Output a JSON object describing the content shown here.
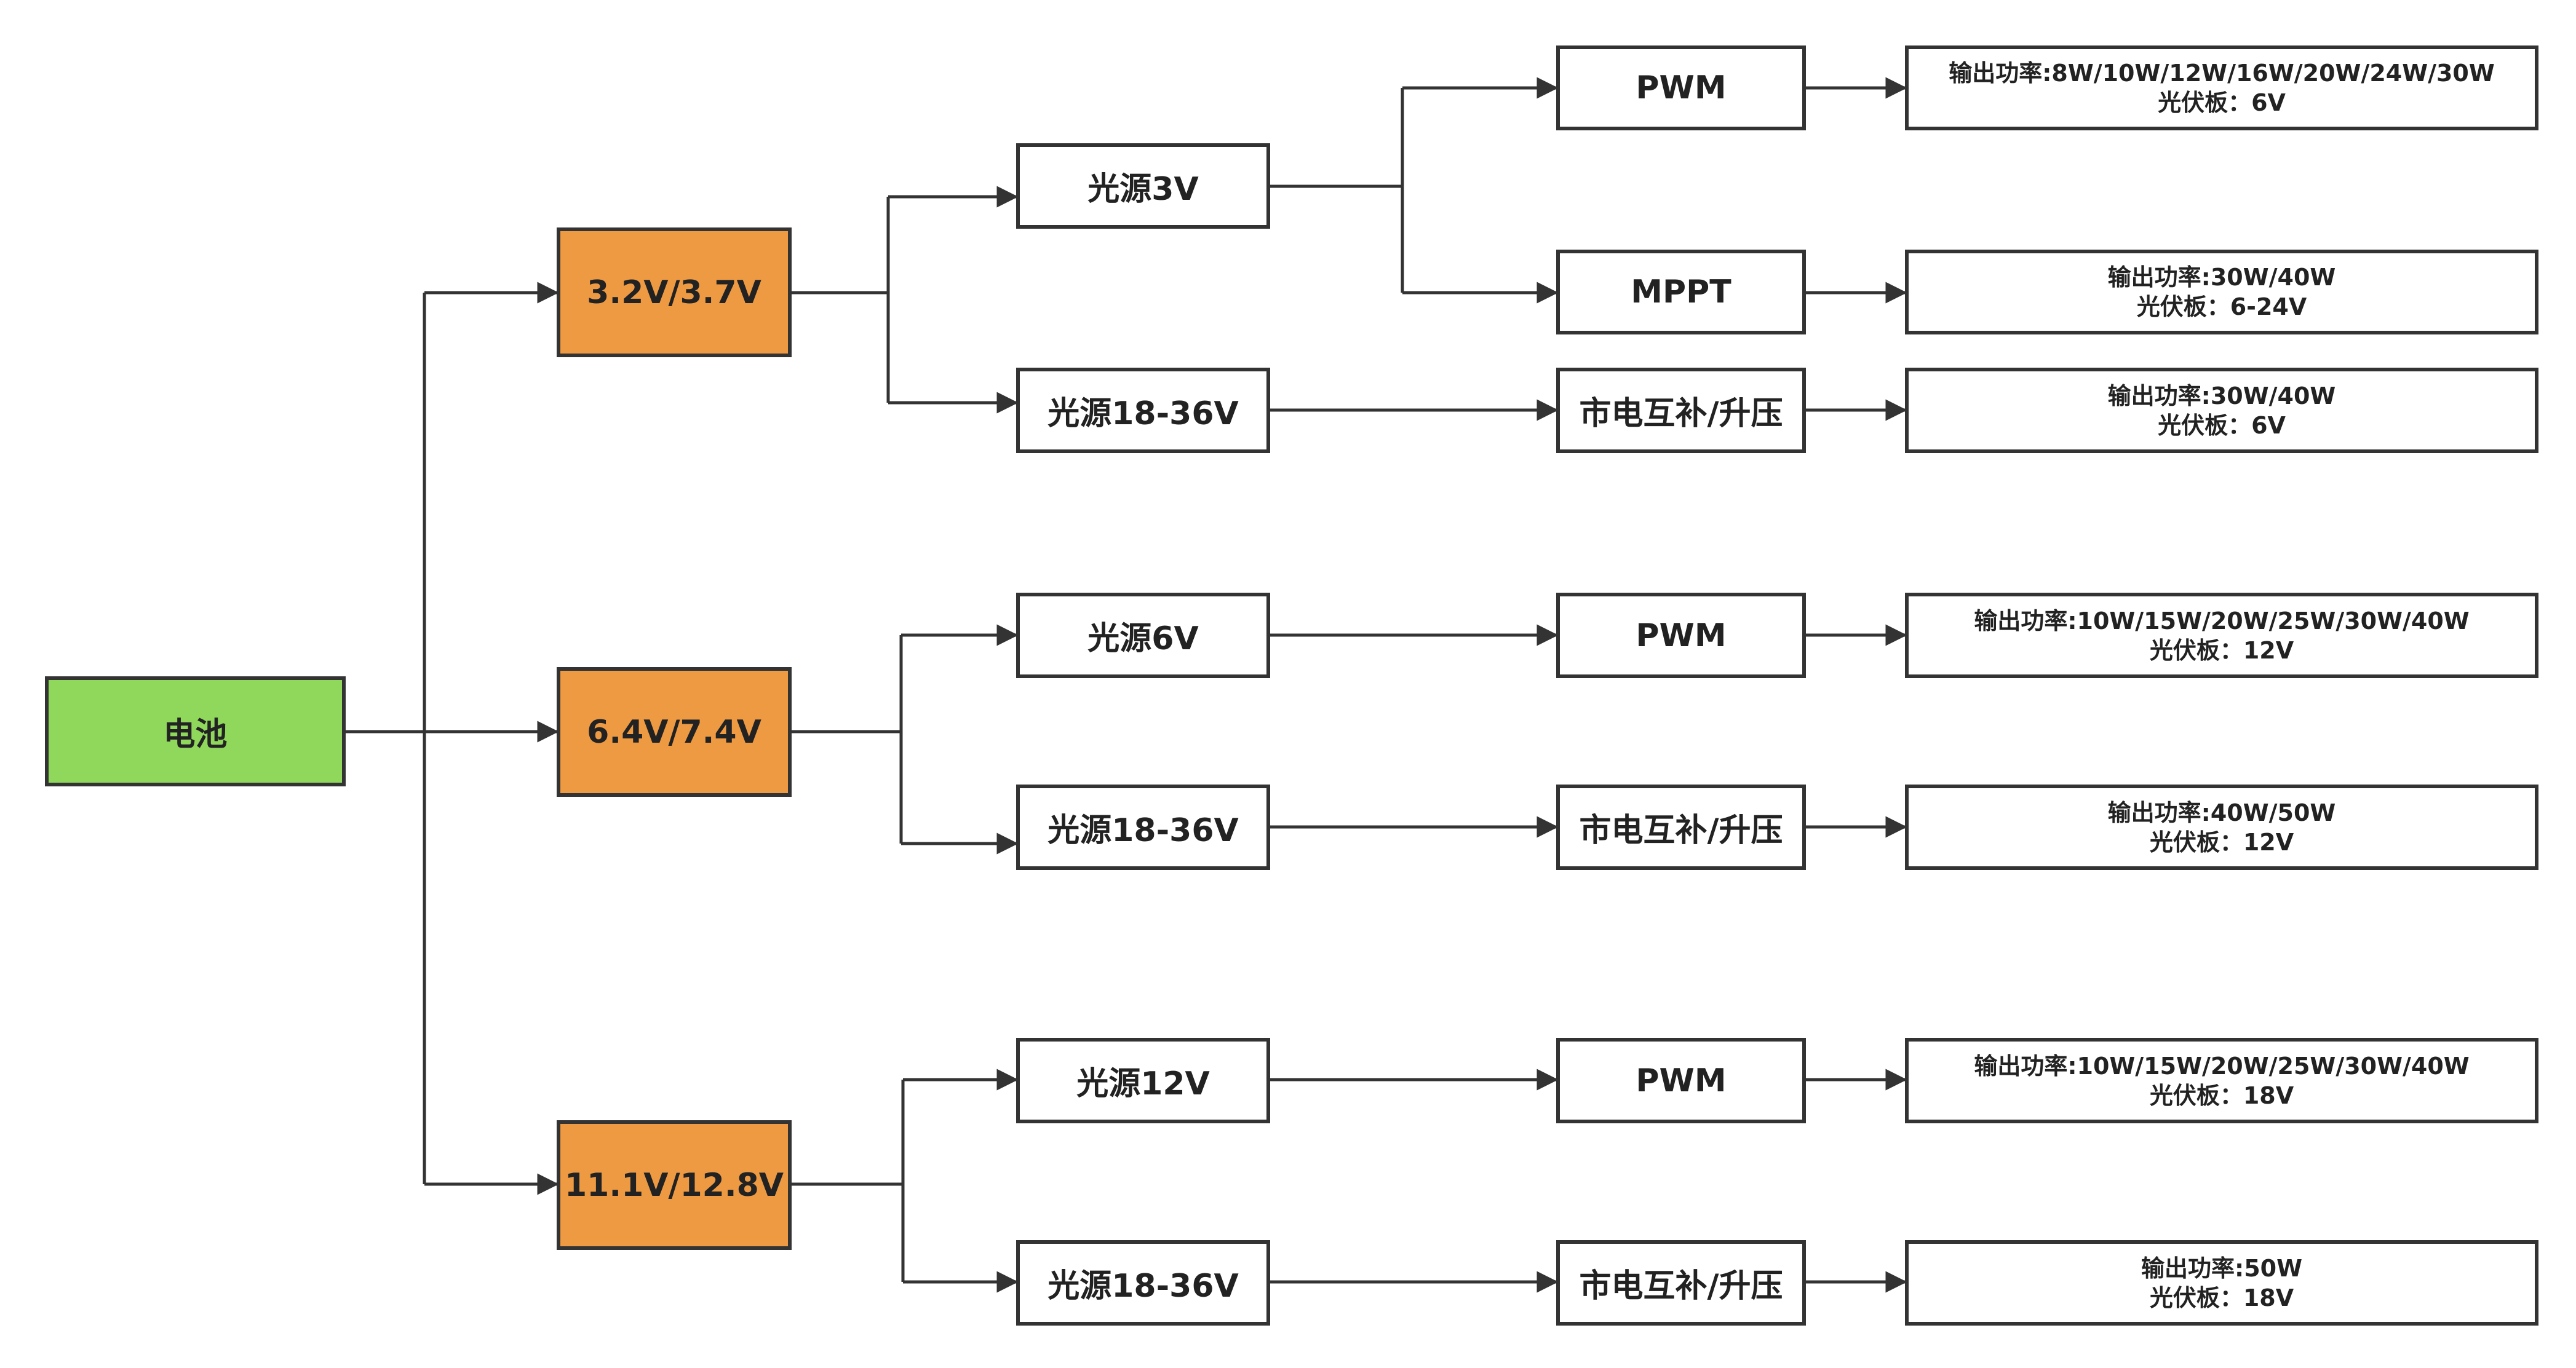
{
  "root": {
    "label": "电池",
    "color": "#8fd85c"
  },
  "colors": {
    "voltage": "#ee9a43",
    "line": "#333333"
  },
  "branches": [
    {
      "voltage": "3.2V/3.7V",
      "sources": [
        {
          "label": "光源3V",
          "controllers": [
            {
              "label": "PWM",
              "power": "输出功率:8W/10W/12W/16W/20W/24W/30W",
              "panel": "光伏板：6V"
            },
            {
              "label": "MPPT",
              "power": "输出功率:30W/40W",
              "panel": "光伏板：6-24V"
            }
          ]
        },
        {
          "label": "光源18-36V",
          "controllers": [
            {
              "label": "市电互补/升压",
              "power": "输出功率:30W/40W",
              "panel": "光伏板：6V"
            }
          ]
        }
      ]
    },
    {
      "voltage": "6.4V/7.4V",
      "sources": [
        {
          "label": "光源6V",
          "controllers": [
            {
              "label": "PWM",
              "power": "输出功率:10W/15W/20W/25W/30W/40W",
              "panel": "光伏板：12V"
            }
          ]
        },
        {
          "label": "光源18-36V",
          "controllers": [
            {
              "label": "市电互补/升压",
              "power": "输出功率:40W/50W",
              "panel": "光伏板：12V"
            }
          ]
        }
      ]
    },
    {
      "voltage": "11.1V/12.8V",
      "sources": [
        {
          "label": "光源12V",
          "controllers": [
            {
              "label": "PWM",
              "power": "输出功率:10W/15W/20W/25W/30W/40W",
              "panel": "光伏板：18V"
            }
          ]
        },
        {
          "label": "光源18-36V",
          "controllers": [
            {
              "label": "市电互补/升压",
              "power": "输出功率:50W",
              "panel": "光伏板：18V"
            }
          ]
        }
      ]
    }
  ]
}
